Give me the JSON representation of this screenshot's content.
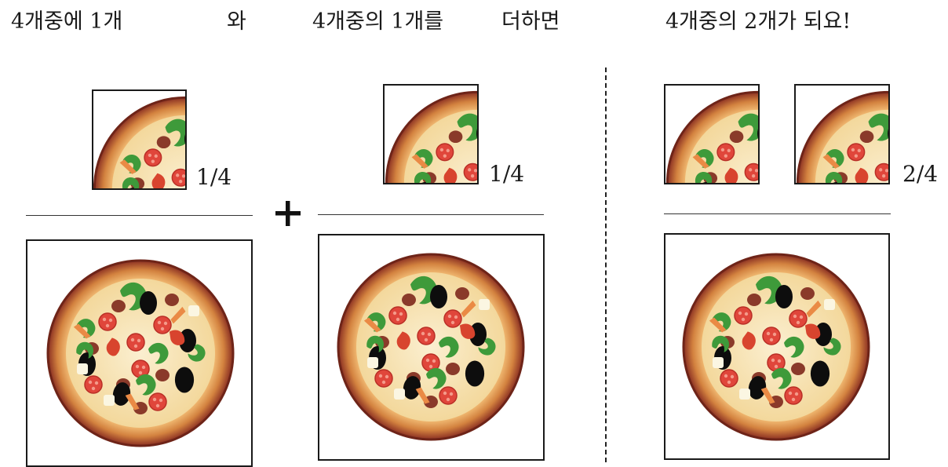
{
  "caption": {
    "part1": "4개중에 1개",
    "and": "와",
    "part2": "4개중의 1개를",
    "add": "더하면",
    "result": "4개중의 2개가 되요!"
  },
  "fractions": {
    "left": "1/4",
    "middle": "1/4",
    "right": "2/4"
  },
  "operator": {
    "symbol": "plus-icon"
  },
  "colors": {
    "crust_outer": "#7a2e22",
    "crust": "#c86a3a",
    "cheese": "#f6e3b4",
    "pepperoni": "#e0463b",
    "olive": "#111111",
    "pepper": "#3e9a3a",
    "sausage": "#8a3a2a"
  }
}
